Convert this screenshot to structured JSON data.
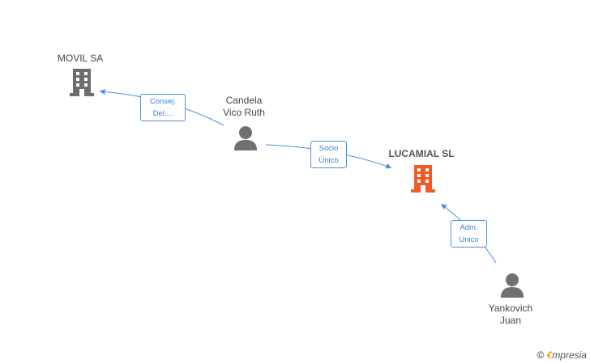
{
  "nodes": {
    "movil": {
      "label": "MOVIL SA",
      "kind": "company",
      "color": "#6d6d6d"
    },
    "candela": {
      "label_line1": "Candela",
      "label_line2": "Vico Ruth",
      "kind": "person",
      "color": "#707070"
    },
    "lucamial": {
      "label": "LUCAMIAL SL",
      "kind": "company-highlight",
      "color": "#f05a28"
    },
    "yankovich": {
      "label_line1": "Yankovich",
      "label_line2": "Juan",
      "kind": "person",
      "color": "#707070"
    }
  },
  "edges": [
    {
      "from": "candela",
      "to": "movil",
      "label_line1": "Consej.",
      "label_line2": "Del...."
    },
    {
      "from": "candela",
      "to": "lucamial",
      "label_line1": "Socio",
      "label_line2": "Único"
    },
    {
      "from": "yankovich",
      "to": "lucamial",
      "label_line1": "Adm.",
      "label_line2": "Unico"
    }
  ],
  "edge_color": "#4a90e2",
  "watermark": {
    "symbol": "©",
    "brand_initial": "€",
    "brand_rest": "mpresia"
  }
}
